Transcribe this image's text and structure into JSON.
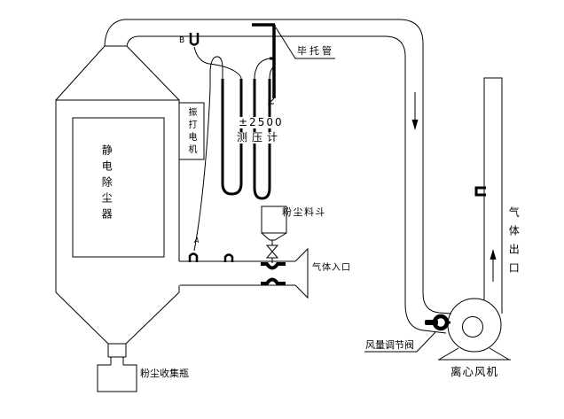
{
  "labels": {
    "pitot_tube": "毕托管",
    "manometer_range": "±2500",
    "manometer": "测压计",
    "rapping_motor": "振打电机",
    "esp": "静电除尘器",
    "dust_hopper": "粉尘料斗",
    "gas_inlet": "气体入口",
    "tap_a": "A",
    "tap_b": "B",
    "dust_bottle": "粉尘收集瓶",
    "damper_valve": "风量调节阀",
    "fan": "离心风机",
    "gas_outlet": "气体出口"
  },
  "colors": {
    "line": "#000000",
    "background": "#ffffff"
  }
}
